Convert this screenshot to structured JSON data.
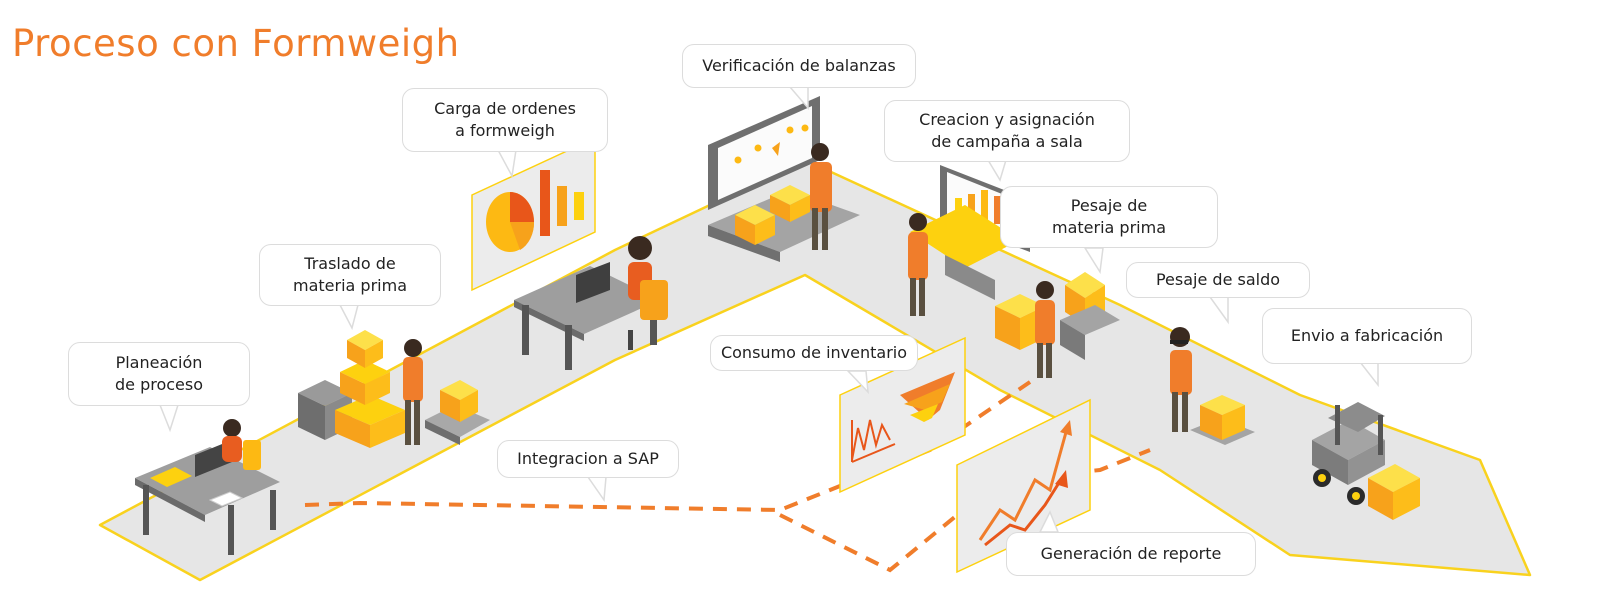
{
  "title": "Proceso con Formweigh",
  "colors": {
    "accent_orange": "#f07d2b",
    "accent_yellow": "#fdd10f",
    "floor_gray": "#e6e6e6",
    "floor_edge": "#f9d21e",
    "dashed_line": "#f07d2b",
    "furniture_gray": "#6b6b6b"
  },
  "steps": [
    {
      "id": "planeacion",
      "label": "Planeación\nde proceso"
    },
    {
      "id": "traslado",
      "label": "Traslado de\nmateria prima"
    },
    {
      "id": "carga",
      "label": "Carga de  ordenes\na formweigh"
    },
    {
      "id": "verificacion",
      "label": "Verificación de balanzas"
    },
    {
      "id": "creacion",
      "label": "Creacion y asignación\nde campaña a sala"
    },
    {
      "id": "pesaje_mp",
      "label": "Pesaje de\nmateria prima"
    },
    {
      "id": "pesaje_saldo",
      "label": "Pesaje de saldo"
    },
    {
      "id": "envio",
      "label": "Envio a fabricación"
    },
    {
      "id": "integracion",
      "label": "Integracion a SAP"
    },
    {
      "id": "consumo",
      "label": "Consumo de inventario"
    },
    {
      "id": "reporte",
      "label": "Generación de reporte"
    }
  ],
  "icons": [
    "pie-chart-icon",
    "funnel-chart-icon",
    "line-chart-icon",
    "trend-arrow-icon",
    "forklift-icon",
    "bar-chart-icon",
    "person-icon",
    "desk-icon",
    "box-icon"
  ]
}
